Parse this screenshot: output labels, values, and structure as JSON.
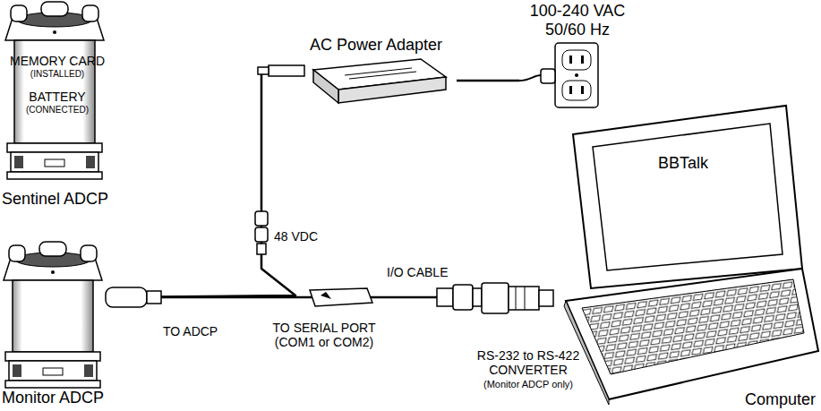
{
  "diagram": {
    "nodes": [
      {
        "text": [
          "MEMORY CARD",
          "(INSTALLED)",
          "BATTERY",
          "(CONNECTED)",
          "Sentinel ADCP"
        ]
      },
      {
        "text": [
          "Monitor ADCP"
        ]
      },
      {
        "text": [
          "AC Power Adapter"
        ]
      },
      {
        "text": [
          "100-240 VAC 50/60 Hz"
        ]
      },
      {
        "text": [
          "BBTalk",
          "Computer"
        ]
      },
      {
        "text": [
          "RS-232 to RS-422 CONVERTER",
          "(Monitor ADCP only)"
        ]
      }
    ],
    "edges": [
      {
        "from": 2,
        "to": 3,
        "arrow": "none"
      },
      {
        "from": 2,
        "to": 1,
        "label": "48 VDC",
        "arrow": "none"
      },
      {
        "from": 1,
        "to": 5,
        "label": "I/O CABLE",
        "arrow": "none"
      }
    ],
    "labels": [
      "TO ADCP",
      "TO SERIAL PORT (COM1 or COM2)"
    ]
  }
}
